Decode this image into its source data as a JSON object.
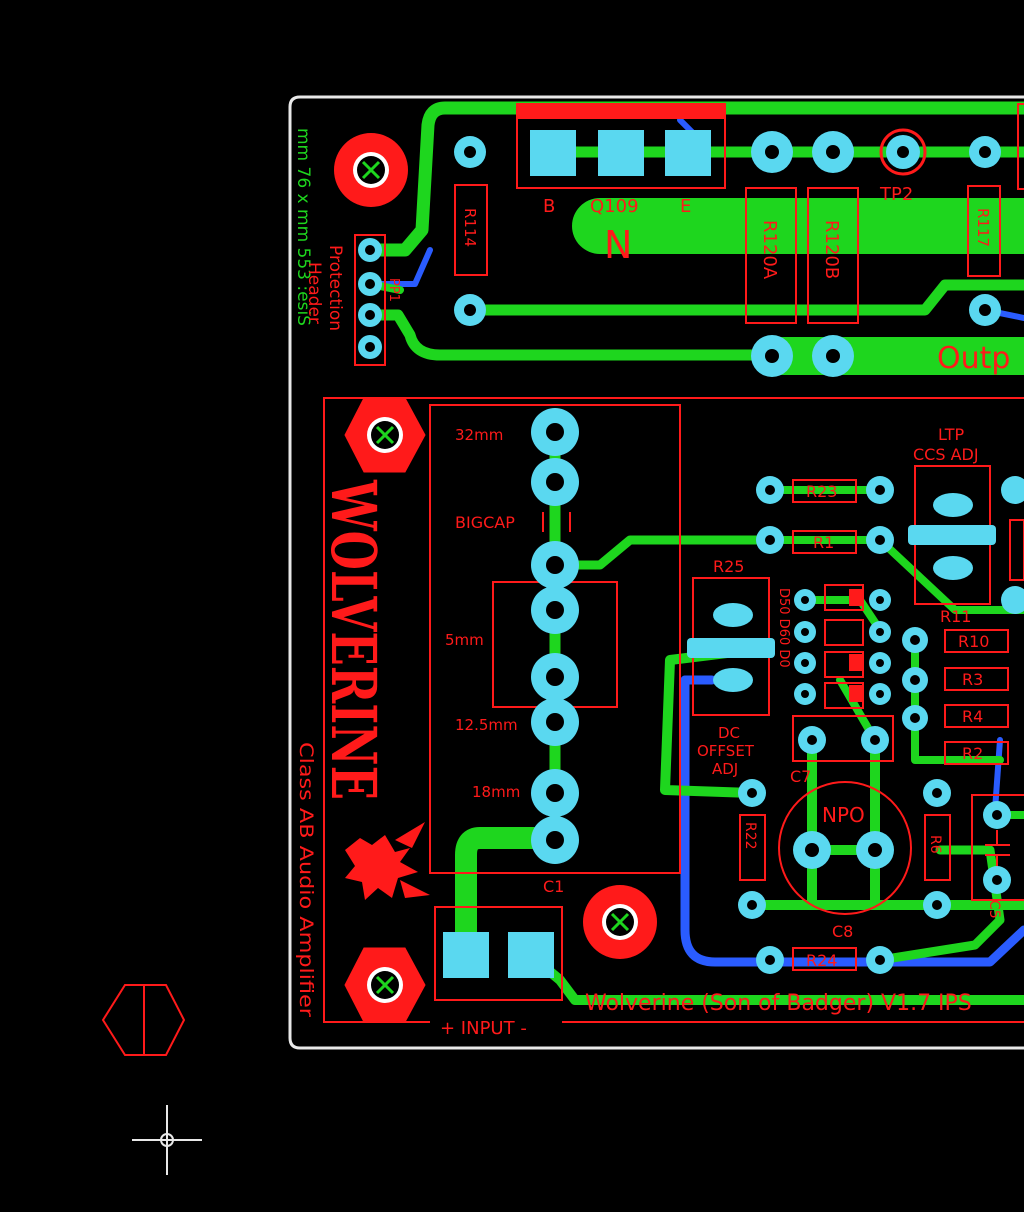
{
  "colors": {
    "background": "#000000",
    "board_outline": "#e8e8e8",
    "top_copper": "#1ed61e",
    "bottom_copper": "#2a5cff",
    "silkscreen": "#ff1a1a",
    "pads": "#5ad8f0"
  },
  "board": {
    "side_notes": [
      "mm 76 x mm 553 :esiS",
      "Protection",
      "Header"
    ],
    "logo_text": "WOLVERINE",
    "logo_icon": "wolverine-head-icon",
    "description": "Class AB Audio Amplifier",
    "bottom_title": "Wolverine (Son of Badger) V1.7 IPS",
    "input_label": "+ INPUT -",
    "output_label": "Outp",
    "polarity_mark": "N"
  },
  "labels": {
    "b": "B",
    "q109": "Q109",
    "e": "E",
    "tp2": "TP2",
    "r114": "R114",
    "r120a": "R120A",
    "r120b": "R120B",
    "r117": "R117",
    "pp1": "PP1",
    "size32": "32mm",
    "bigcap": "BIGCAP",
    "size5": "5mm",
    "size12": "12.5mm",
    "size18": "18mm",
    "c1": "C1",
    "ltp_line1": "LTP",
    "ltp_line2": "CCS ADJ",
    "r23": "R23",
    "r1": "R1",
    "r25": "R25",
    "r11": "R11",
    "r10": "R10",
    "r3": "R3",
    "r4": "R4",
    "r2": "R2",
    "dc_line1": "DC",
    "dc_line2": "OFFSET",
    "dc_line3": "ADJ",
    "c7": "C7",
    "npo": "NPO",
    "r22": "R22",
    "r6": "R6",
    "c8": "C8",
    "r24": "R24",
    "c5": "C5",
    "d_vert": "D50 D60 D0"
  }
}
